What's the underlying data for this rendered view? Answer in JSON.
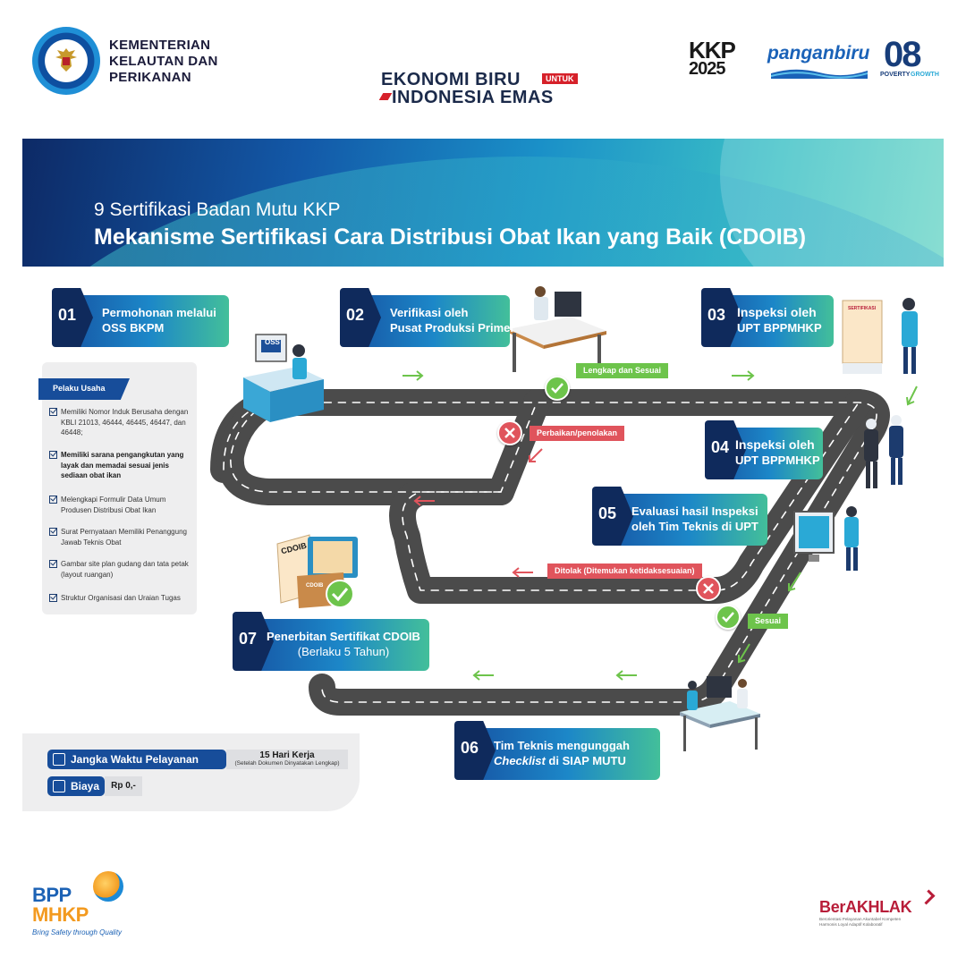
{
  "header": {
    "ministry": [
      "KEMENTERIAN",
      "KELAUTAN DAN",
      "PERIKANAN"
    ],
    "tagline_line1": "EKONOMI BIRU",
    "tagline_untuk": "UNTUK",
    "tagline_line2": "INDONESIA EMAS",
    "kkp2025_a": "KKP",
    "kkp2025_b": "2025",
    "pangan": "panganbiru",
    "eight": "08",
    "eight_s1": "POVERTY",
    "eight_s2": "GROWTH"
  },
  "banner": {
    "subtitle": "9 Sertifikasi Badan Mutu KKP",
    "title": "Mekanisme Sertifikasi Cara Distribusi Obat Ikan yang Baik (CDOIB)"
  },
  "steps": {
    "s01": {
      "num": "01",
      "l1": "Permohonan melalui",
      "l2": "OSS BKPM"
    },
    "s02": {
      "num": "02",
      "l1": "Verifikasi oleh",
      "l2": "Pusat Produksi Primer"
    },
    "s03": {
      "num": "03",
      "l1": "Inspeksi oleh",
      "l2": "UPT BPPMHKP"
    },
    "s04": {
      "num": "04",
      "l1": "Inspeksi oleh",
      "l2": "UPT BPPMHKP"
    },
    "s05": {
      "num": "05",
      "l1": "Evaluasi hasil Inspeksi",
      "l2": "oleh Tim Teknis di UPT"
    },
    "s06": {
      "num": "06",
      "l1": "Tim Teknis mengunggah",
      "l2a": "Checklist",
      "l2b": " di  SIAP MUTU"
    },
    "s07": {
      "num": "07",
      "l1": "Penerbitan Sertifikat CDOIB",
      "l2": "(Berlaku 5 Tahun)"
    }
  },
  "requirements": {
    "header": "Pelaku Usaha",
    "items": [
      {
        "text": "Memiliki Nomor Induk Berusaha dengan KBLI 21013, 46444, 46445, 46447, dan 46448;",
        "bold": false
      },
      {
        "text": "Memiliki sarana pengangkutan yang layak dan memadai sesuai jenis sediaan obat ikan",
        "bold": true
      },
      {
        "text": "Melengkapi Formulir Data Umum Produsen Distribusi Obat Ikan",
        "bold": false
      },
      {
        "text": "Surat Pernyataan Memiliki Penanggung Jawab Teknis Obat",
        "bold": false
      },
      {
        "text": "Gambar site plan gudang dan tata petak (layout ruangan)",
        "bold": false
      },
      {
        "text": "Struktur Organisasi dan Uraian Tugas",
        "bold": false
      }
    ]
  },
  "tags": {
    "lengkap": "Lengkap dan Sesuai",
    "perbaikan": "Perbaikan/penolakan",
    "ditolak": "Ditolak (Ditemukan ketidaksesuaian)",
    "sesuai": "Sesuai"
  },
  "illustration_labels": {
    "oss": "OSS",
    "cdoib": "CDOIB",
    "cdoib2": "CDOIB",
    "poster": "SERTIFIKASI"
  },
  "service": {
    "time_label": "Jangka Waktu Pelayanan",
    "time_value": "15 Hari Kerja",
    "time_note": "(Setelah Dokumen Dinyatakan Lengkap)",
    "cost_label": "Biaya",
    "cost_value": "Rp 0,-"
  },
  "footer": {
    "bpp1": "BPP",
    "bpp2": "MHKP",
    "bpp_tag": "Bring Safety through Quality",
    "berakhlak": "BerAKHLAK",
    "berakhlak_s1": "Berorientasi Pelayanan Akuntabel Kompeten",
    "berakhlak_s2": "Harmonis Loyal Adaptif Kolaboratif"
  },
  "colors": {
    "navy": "#0f2a5c",
    "blue": "#174d9a",
    "green": "#6dc44b",
    "red": "#e0545c",
    "road": "#4a4a4a"
  }
}
